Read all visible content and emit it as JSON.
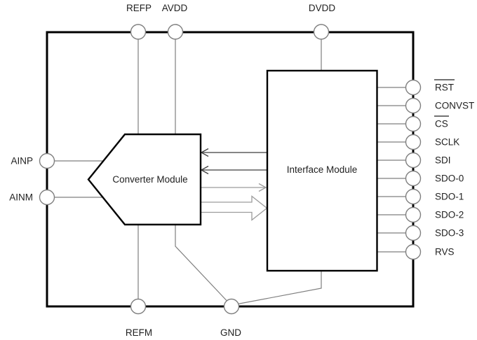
{
  "diagram": {
    "description": "ADC functional block diagram",
    "top_pins": [
      {
        "label": "REFP"
      },
      {
        "label": "AVDD"
      },
      {
        "label": "DVDD"
      }
    ],
    "left_pins": [
      {
        "label": "AINP"
      },
      {
        "label": "AINM"
      }
    ],
    "bottom_pins": [
      {
        "label": "REFM"
      },
      {
        "label": "GND"
      }
    ],
    "right_pins": [
      {
        "label": "RST",
        "overline": true
      },
      {
        "label": "CONVST",
        "overline": false
      },
      {
        "label": "CS",
        "overline": true
      },
      {
        "label": "SCLK",
        "overline": false
      },
      {
        "label": "SDI",
        "overline": false
      },
      {
        "label": "SDO-0",
        "overline": false
      },
      {
        "label": "SDO-1",
        "overline": false
      },
      {
        "label": "SDO-2",
        "overline": false
      },
      {
        "label": "SDO-3",
        "overline": false
      },
      {
        "label": "RVS",
        "overline": false
      }
    ],
    "modules": {
      "converter_label": "Converter Module",
      "interface_label": "Interface Module"
    },
    "colors": {
      "background": "#ffffff",
      "chip_outline": "#000000",
      "thin_line": "#7f7f7f",
      "arrow_dark": "#3f3f3f",
      "arrow_light": "#9c9c9c",
      "text": "#1f1f1f"
    }
  }
}
